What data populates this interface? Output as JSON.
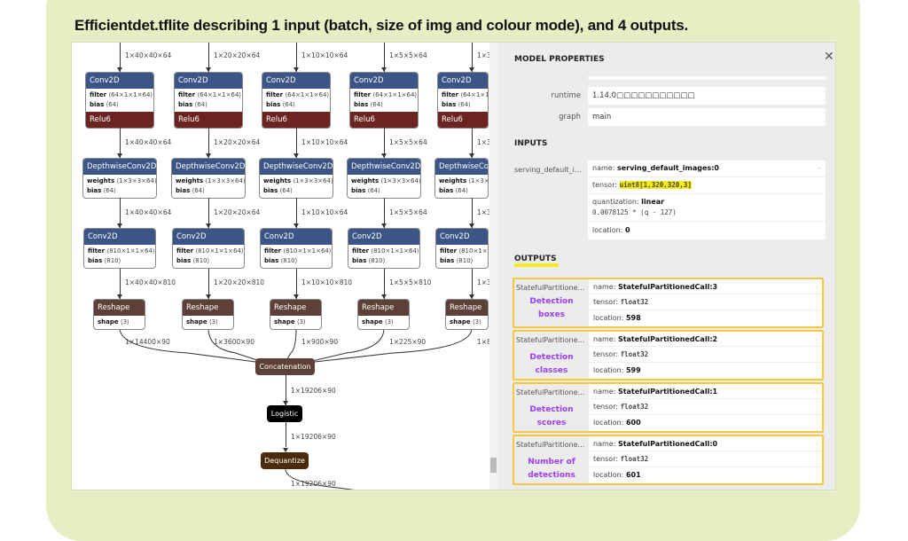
{
  "caption": "Efficientdet.tflite describing 1 input (batch, size of img and colour mode), and 4 outputs.",
  "graph": {
    "columns": [
      {
        "in": "1×40×40×64",
        "conv1_filter": "⟨64×1×1×64⟩",
        "conv1_bias": "⟨64⟩",
        "e1": "1×40×40×64",
        "dw_weights": "⟨1×3×3×64⟩",
        "dw_bias": "⟨64⟩",
        "e2": "1×40×40×64",
        "conv2_filter": "⟨810×1×1×64⟩",
        "conv2_bias": "⟨810⟩",
        "e3": "1×40×40×810",
        "shape": "⟨3⟩",
        "e4": "1×14400×90"
      },
      {
        "in": "1×20×20×64",
        "conv1_filter": "⟨64×1×1×64⟩",
        "conv1_bias": "⟨64⟩",
        "e1": "1×20×20×64",
        "dw_weights": "⟨1×3×3×64⟩",
        "dw_bias": "⟨64⟩",
        "e2": "1×20×20×64",
        "conv2_filter": "⟨810×1×1×64⟩",
        "conv2_bias": "⟨810⟩",
        "e3": "1×20×20×810",
        "shape": "⟨3⟩",
        "e4": "1×3600×90"
      },
      {
        "in": "1×10×10×64",
        "conv1_filter": "⟨64×1×1×64⟩",
        "conv1_bias": "⟨64⟩",
        "e1": "1×10×10×64",
        "dw_weights": "⟨1×3×3×64⟩",
        "dw_bias": "⟨64⟩",
        "e2": "1×10×10×64",
        "conv2_filter": "⟨810×1×1×64⟩",
        "conv2_bias": "⟨810⟩",
        "e3": "1×10×10×810",
        "shape": "⟨3⟩",
        "e4": "1×900×90"
      },
      {
        "in": "1×5×5×64",
        "conv1_filter": "⟨64×1×1×64⟩",
        "conv1_bias": "⟨64⟩",
        "e1": "1×5×5×64",
        "dw_weights": "⟨1×3×3×64⟩",
        "dw_bias": "⟨64⟩",
        "e2": "1×5×5×64",
        "conv2_filter": "⟨810×1×1×64⟩",
        "conv2_bias": "⟨810⟩",
        "e3": "1×5×5×810",
        "shape": "⟨3⟩",
        "e4": "1×225×90"
      },
      {
        "in": "1×3",
        "conv1_filter": "⟨64×1×1×",
        "conv1_bias": "⟨64⟩",
        "e1": "1×3",
        "dw_weights": "⟨1×3×3×",
        "dw_bias": "⟨64⟩",
        "e2": "1×3",
        "conv2_filter": "⟨810×1×1×",
        "conv2_bias": "⟨810⟩",
        "e3": "1×3",
        "shape": "⟨3⟩",
        "e4": "1×8"
      }
    ],
    "labels": {
      "conv": "Conv2D",
      "relu": "Relu6",
      "dw": "DepthwiseConv2D",
      "reshape": "Reshape",
      "filter": "filter",
      "bias": "bias",
      "weights": "weights",
      "shape": "shape"
    },
    "concat": "Concatenation",
    "concat_out": "1×19206×90",
    "logistic": "Logistic",
    "logistic_out": "1×19206×90",
    "dequantize": "Dequantize",
    "dequantize_out": "1×19206×90"
  },
  "panel": {
    "title": "MODEL PROPERTIES",
    "close_icon": "close-icon",
    "runtime_label": "runtime",
    "runtime_value": "1.14.0□□□□□□□□□□□",
    "graph_label": "graph",
    "graph_value": "main",
    "inputs_header": "INPUTS",
    "input": {
      "label": "serving_default_i...",
      "name_key": "name: ",
      "name": "serving_default_images:0",
      "tensor_key": "tensor: ",
      "tensor": "uint8[1,320,320,3]",
      "quant_key": "quantization: ",
      "quant": "linear",
      "formula": "0.0078125 * (q - 127)",
      "location_key": "location: ",
      "location": "0"
    },
    "outputs_header": "OUTPUTS",
    "outputs": [
      {
        "label": "StatefulPartitione...",
        "annotation": "Detection boxes",
        "name": "StatefulPartitionedCall:3",
        "tensor": "float32",
        "location": "598"
      },
      {
        "label": "StatefulPartitione...",
        "annotation": "Detection classes",
        "name": "StatefulPartitionedCall:2",
        "tensor": "float32",
        "location": "599"
      },
      {
        "label": "StatefulPartitione...",
        "annotation": "Detection scores",
        "name": "StatefulPartitionedCall:1",
        "tensor": "float32",
        "location": "600"
      },
      {
        "label": "StatefulPartitione...",
        "annotation": "Number of detections",
        "name": "StatefulPartitionedCall:0",
        "tensor": "float32",
        "location": "601"
      }
    ],
    "name_key": "name: ",
    "tensor_key": "tensor: ",
    "location_key": "location: "
  },
  "colors": {
    "highlight": "#f5ea1a",
    "annotation": "#9b3ff0",
    "output_border": "#f5c842",
    "conv": "#3b5587",
    "relu": "#6b2420",
    "reshape": "#5d4037",
    "logistic": "#000000",
    "dequantize": "#4a2c0a"
  }
}
